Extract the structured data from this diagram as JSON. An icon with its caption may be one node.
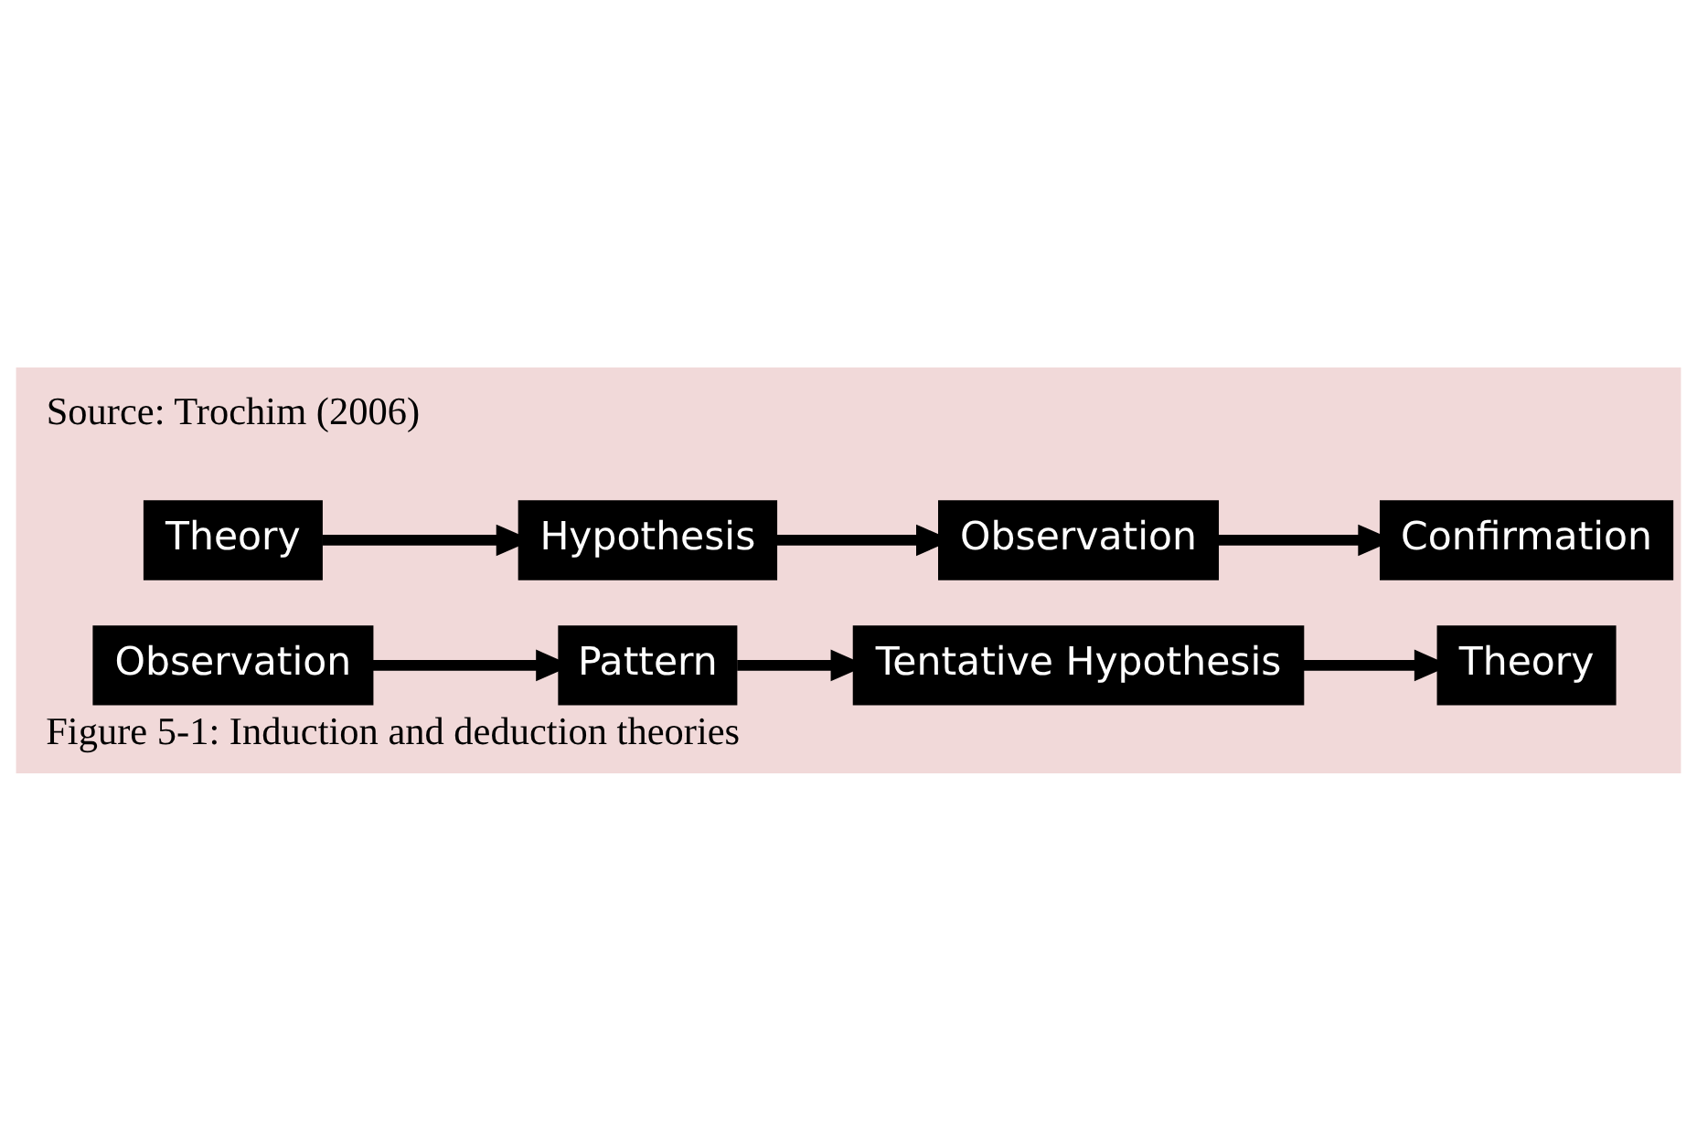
{
  "diagram": {
    "caption": "Figure 5-1: Induction and deduction theories",
    "nodes": [
      {
        "text": [
          "Theory"
        ]
      },
      {
        "text": [
          "Tentative Hypothesis"
        ]
      },
      {
        "text": [
          "Pattern"
        ]
      },
      {
        "text": [
          "Observation"
        ]
      },
      {
        "text": [
          "Theory"
        ]
      },
      {
        "text": [
          "Hypothesis"
        ]
      },
      {
        "text": [
          "Observation"
        ]
      },
      {
        "text": [
          "Confirmation"
        ]
      }
    ],
    "edges": [
      {
        "from": 3,
        "to": 2,
        "arrow": "to"
      },
      {
        "from": 2,
        "to": 1,
        "arrow": "to"
      },
      {
        "from": 1,
        "to": 0,
        "arrow": "to"
      },
      {
        "from": 4,
        "to": 5,
        "arrow": "to"
      },
      {
        "from": 5,
        "to": 6,
        "arrow": "to"
      },
      {
        "from": 6,
        "to": 7,
        "arrow": "to"
      }
    ],
    "labels": [
      "Source: Trochim (2006)"
    ]
  }
}
